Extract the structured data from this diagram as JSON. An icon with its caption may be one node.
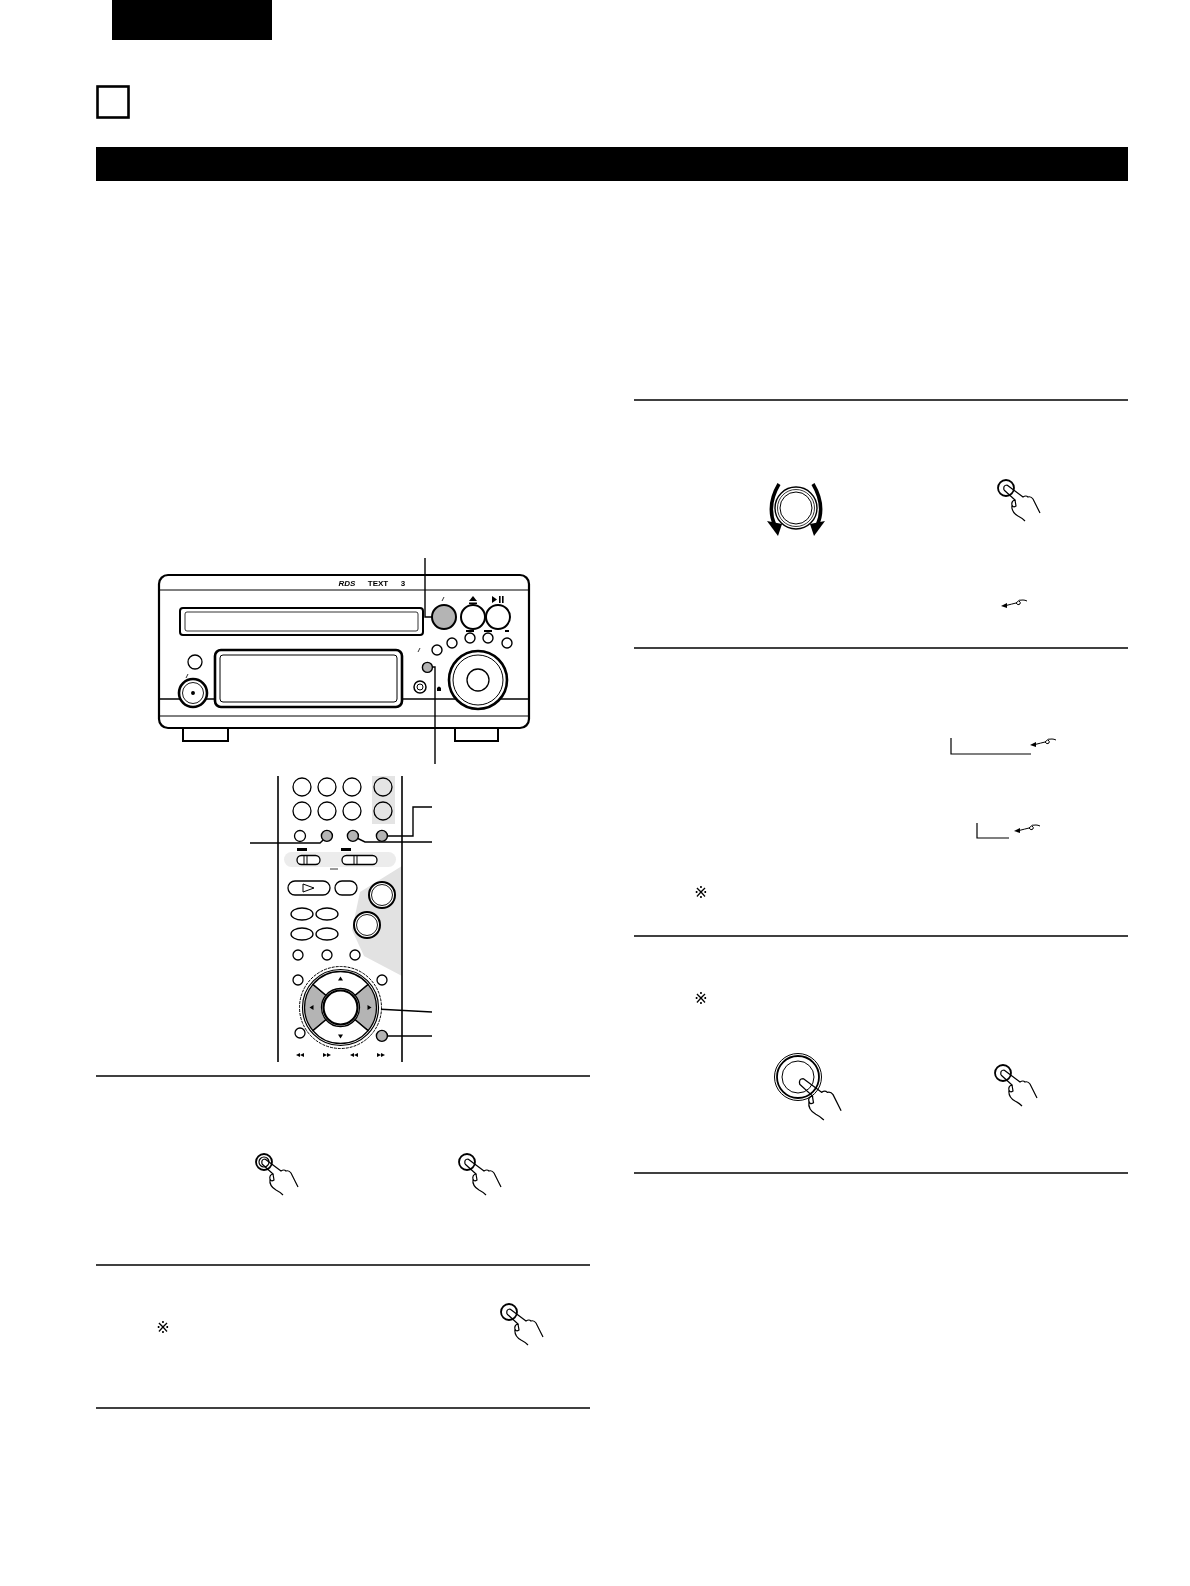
{
  "diagram": {
    "nodes": [
      {
        "text": [],
        "shape": "bar"
      },
      {
        "text": [],
        "shape": "bar"
      },
      {
        "text": [],
        "shape": "circle"
      },
      {
        "text": [],
        "shape": "circle"
      },
      {
        "text": [],
        "shape": "circle"
      },
      {
        "text": [],
        "shape": "circle"
      },
      {
        "text": [],
        "shape": "circle"
      },
      {
        "text": [],
        "shape": "circle"
      },
      {
        "text": [],
        "shape": "circle"
      }
    ],
    "edges": [
      {
        "from": null,
        "to": 2,
        "arrow": "none"
      },
      {
        "from": null,
        "to": 3,
        "arrow": "none"
      },
      {
        "from": null,
        "to": 4,
        "arrow": "none"
      },
      {
        "from": null,
        "to": 5,
        "arrow": "none"
      },
      {
        "from": null,
        "to": 6,
        "arrow": "none"
      },
      {
        "from": null,
        "to": 7,
        "arrow": "none"
      },
      {
        "from": null,
        "to": 8,
        "arrow": "none"
      }
    ],
    "labels": [
      "RDS",
      "TEXT",
      "3",
      "※",
      "※",
      "※"
    ]
  }
}
